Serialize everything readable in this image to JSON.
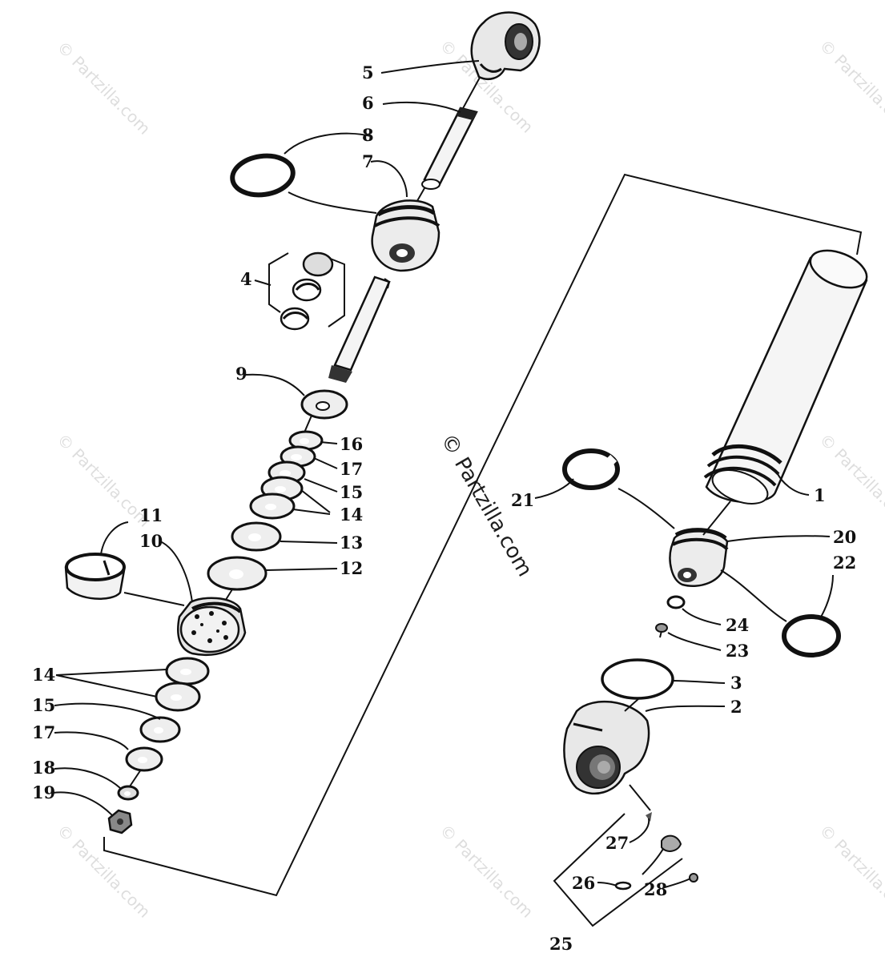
{
  "watermark": "© Partzilla.com",
  "callouts": [
    "1",
    "2",
    "3",
    "4",
    "5",
    "6",
    "7",
    "8",
    "9",
    "10",
    "11",
    "12",
    "13",
    "14",
    "14",
    "15",
    "15",
    "16",
    "17",
    "17",
    "18",
    "19",
    "20",
    "21",
    "22",
    "23",
    "24",
    "25",
    "26",
    "27",
    "28"
  ]
}
